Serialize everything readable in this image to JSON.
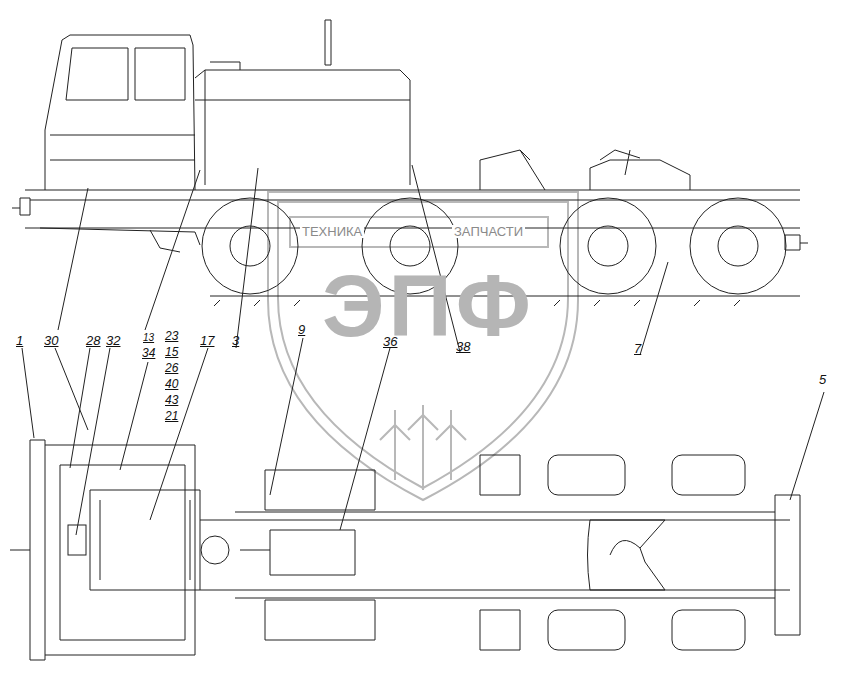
{
  "diagram": {
    "labels": [
      "1",
      "30",
      "28",
      "32",
      "13",
      "34",
      "23",
      "15",
      "26",
      "40",
      "43",
      "21",
      "17",
      "3",
      "9",
      "36",
      "38",
      "7",
      "5",
      "ТЕХНИКА",
      "ЗАПЧАСТИ",
      "ЭПФ"
    ]
  }
}
